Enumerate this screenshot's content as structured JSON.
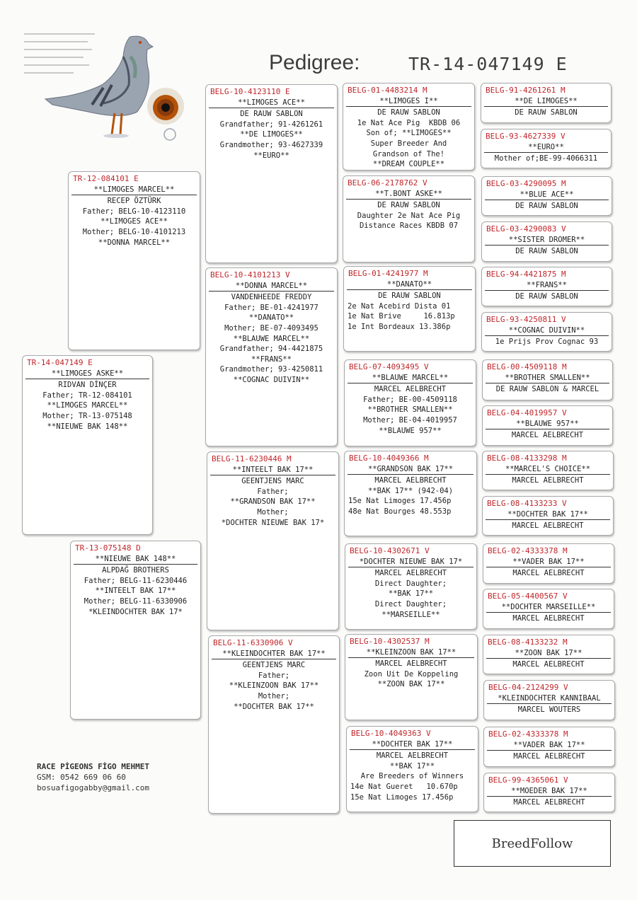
{
  "header": {
    "title": "Pedigree:",
    "ring": "TR-14-047149 E"
  },
  "contact": {
    "owner": "RACE PİGEONS FİGO MEHMET",
    "phone": "GSM: 0542 669 06 60",
    "email": "bosuafigogabby@gmail.com"
  },
  "footer": {
    "brand": "BreedFollow"
  },
  "boxes": {
    "subject": {
      "ring": "TR-14-047149 E",
      "name": "**LIMOGES ASKE**",
      "lines": [
        "RIDVAN DİNÇER",
        "Father; TR-12-084101",
        "**LIMOGES MARCEL**",
        "Mother; TR-13-075148",
        "**NIEUWE BAK 148**"
      ]
    },
    "sire": {
      "ring": "TR-12-084101 E",
      "name": "**LIMOGES MARCEL**",
      "lines": [
        "RECEP ÖZTÜRK",
        "Father; BELG-10-4123110",
        "**LIMOGES ACE**",
        "Mother; BELG-10-4101213",
        "**DONNA MARCEL**"
      ]
    },
    "dam": {
      "ring": "TR-13-075148 D",
      "name": "**NIEUWE BAK 148**",
      "lines": [
        "ALPDAĞ BROTHERS",
        "Father; BELG-11-6230446",
        "**INTEELT BAK 17**",
        "Mother; BELG-11-6330906",
        "*KLEINDOCHTER BAK 17*"
      ]
    },
    "g1": {
      "ring": "BELG-10-4123110 E",
      "name": "**LIMOGES ACE**",
      "lines": [
        "DE RAUW SABLON",
        "Grandfather; 91-4261261",
        "**DE LIMOGES**",
        "Grandmother; 93-4627339",
        "**EURO**"
      ]
    },
    "g2": {
      "ring": "BELG-10-4101213 V",
      "name": "**DONNA MARCEL**",
      "lines": [
        "VANDENHEEDE FREDDY",
        "Father; BE-01-4241977",
        "**DANATO**",
        "Mother; BE-07-4093495",
        "**BLAUWE MARCEL**",
        "Grandfather; 94-4421875",
        "**FRANS**",
        "Grandmother; 93-4250811",
        "**COGNAC DUIVIN**"
      ]
    },
    "g3": {
      "ring": "BELG-11-6230446 M",
      "name": "**INTEELT BAK 17**",
      "lines": [
        "GEENTJENS MARC",
        "Father;",
        "**GRANDSON BAK 17**",
        "Mother;",
        "*DOCHTER NIEUWE BAK 17*"
      ]
    },
    "g4": {
      "ring": "BELG-11-6330906 V",
      "name": "**KLEINDOCHTER BAK 17**",
      "lines": [
        "GEENTJENS MARC",
        "Father;",
        "**KLEINZOON BAK 17**",
        "Mother;",
        "**DOCHTER BAK 17**"
      ]
    },
    "gg1": {
      "ring": "BELG-01-4483214 M",
      "name": "**LIMOGES I**",
      "lines": [
        "DE RAUW SABLON",
        "1e Nat Ace Pig  KBDB 06",
        "Son of; **LIMOGES**",
        "Super Breeder And",
        "Grandson of The!",
        "**DREAM COUPLE**"
      ]
    },
    "gg2": {
      "ring": "BELG-06-2178762 V",
      "name": "**T.BONT ASKE**",
      "lines": [
        "DE RAUW SABLON",
        "Daughter 2e Nat Ace Pig",
        "Distance Races KBDB 07"
      ]
    },
    "gg3": {
      "ring": "BELG-01-4241977 M",
      "name": "**DANATO**",
      "lines": [
        "DE RAUW SABLON"
      ],
      "left_lines": [
        "2e Nat Acebird Dista 01",
        "1e Nat Brive     16.813p",
        "1e Int Bordeaux 13.386p"
      ]
    },
    "gg4": {
      "ring": "BELG-07-4093495 V",
      "name": "**BLAUWE MARCEL**",
      "lines": [
        "MARCEL AELBRECHT",
        "Father; BE-00-4509118",
        "**BROTHER SMALLEN**",
        "Mother; BE-04-4019957",
        "**BLAUWE 957**"
      ]
    },
    "gg5": {
      "ring": "BELG-10-4049366 M",
      "name": "**GRANDSON BAK 17**",
      "lines": [
        "MARCEL AELBRECHT",
        "**BAK 17** (942-04)"
      ],
      "left_lines": [
        "15e Nat Limoges 17.456p",
        "48e Nat Bourges 48.553p"
      ]
    },
    "gg6": {
      "ring": "BELG-10-4302671 V",
      "name": "*DOCHTER NIEUWE BAK 17*",
      "lines": [
        "MARCEL AELBRECHT",
        "Direct Daughter;",
        "**BAK 17**",
        "Direct Daughter;",
        "**MARSEILLE**"
      ]
    },
    "gg7": {
      "ring": "BELG-10-4302537 M",
      "name": "**KLEINZOON BAK 17**",
      "lines": [
        "MARCEL AELBRECHT",
        "Zoon Uit De Koppeling",
        "**ZOON BAK 17**"
      ]
    },
    "gg8": {
      "ring": "BELG-10-4049363 V",
      "name": "**DOCHTER BAK 17**",
      "lines": [
        "MARCEL AELBRECHT",
        "**BAK 17**",
        "Are Breeders of Winners"
      ],
      "left_lines": [
        "14e Nat Gueret   10.670p",
        "15e Nat Limoges 17.456p"
      ]
    },
    "ggg1": {
      "ring": "BELG-91-4261261 M",
      "name": "**DE LIMOGES**",
      "lines": [
        "DE RAUW SABLON"
      ]
    },
    "ggg2": {
      "ring": "BELG-93-4627339 V",
      "name": "**EURO**",
      "lines": [
        "Mother of;BE-99-4066311"
      ]
    },
    "ggg3": {
      "ring": "BELG-03-4290095 M",
      "name": "**BLUE ACE**",
      "lines": [
        "DE RAUW SABLON"
      ]
    },
    "ggg4": {
      "ring": "BELG-03-4290083 V",
      "name": "**SISTER DROMER**",
      "lines": [
        "DE RAUW SABLON"
      ]
    },
    "ggg5": {
      "ring": "BELG-94-4421875 M",
      "name": "**FRANS**",
      "lines": [
        "DE RAUW SABLON"
      ]
    },
    "ggg6": {
      "ring": "BELG-93-4250811 V",
      "name": "**COGNAC DUIVIN**",
      "lines": [
        "1e Prijs Prov Cognac 93"
      ]
    },
    "ggg7": {
      "ring": "BELG-00-4509118 M",
      "name": "**BROTHER SMALLEN**",
      "lines": [
        "DE RAUW SABLON & MARCEL"
      ]
    },
    "ggg8": {
      "ring": "BELG-04-4019957 V",
      "name": "**BLAUWE 957**",
      "lines": [
        "MARCEL AELBRECHT"
      ]
    },
    "ggg9": {
      "ring": "BELG-08-4133298 M",
      "name": "**MARCEL'S CHOICE**",
      "lines": [
        "MARCEL AELBRECHT"
      ]
    },
    "ggg10": {
      "ring": "BELG-08-4133233 V",
      "name": "**DOCHTER BAK 17**",
      "lines": [
        "MARCEL AELBRECHT"
      ]
    },
    "ggg11": {
      "ring": "BELG-02-4333378 M",
      "name": "**VADER BAK 17**",
      "lines": [
        "MARCEL AELBRECHT"
      ]
    },
    "ggg12": {
      "ring": "BELG-05-4400567 V",
      "name": "**DOCHTER MARSEILLE**",
      "lines": [
        "MARCEL AELBRECHT"
      ]
    },
    "ggg13": {
      "ring": "BELG-08-4133232 M",
      "name": "**ZOON BAK 17**",
      "lines": [
        "MARCEL AELBRECHT"
      ]
    },
    "ggg14": {
      "ring": "BELG-04-2124299 V",
      "name": "*KLEINDOCHTER KANNIBAAL",
      "lines": [
        "MARCEL WOUTERS"
      ]
    },
    "ggg15": {
      "ring": "BELG-02-4333378 M",
      "name": "**VADER BAK 17**",
      "lines": [
        "MARCEL AELBRECHT"
      ]
    },
    "ggg16": {
      "ring": "BELG-99-4365061 V",
      "name": "**MOEDER BAK 17**",
      "lines": [
        "MARCEL AELBRECHT"
      ]
    }
  }
}
